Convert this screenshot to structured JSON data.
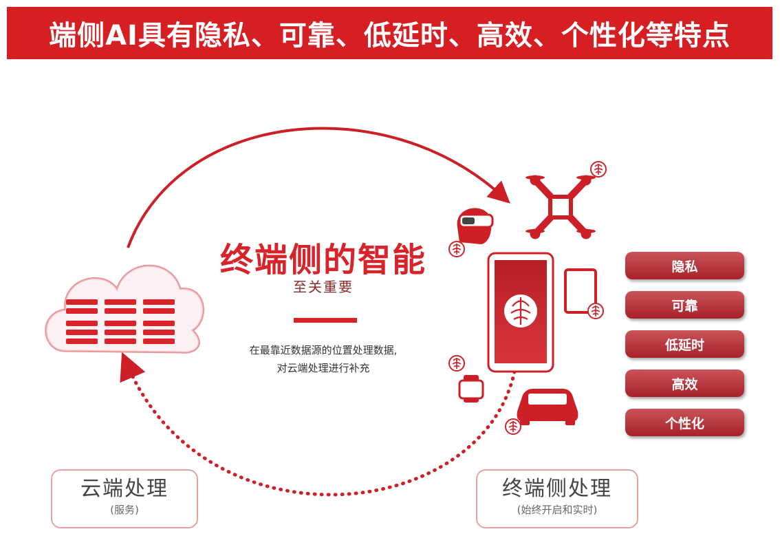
{
  "banner": {
    "title": "端侧AI具有隐私、可靠、低延时、高效、个性化等特点"
  },
  "center": {
    "title": "终端侧的智能",
    "subtitle": "至关重要",
    "desc_line1": "在最靠近数据源的位置处理数据,",
    "desc_line2": "对云端处理进行补充"
  },
  "cloud_box": {
    "main": "云端处理",
    "sub": "(服务)"
  },
  "device_box": {
    "main": "终端侧处理",
    "sub": "(始终开启和实时)"
  },
  "features": [
    "隐私",
    "可靠",
    "低延时",
    "高效",
    "个性化"
  ],
  "colors": {
    "accent": "#d8232a",
    "banner": "#d51f23",
    "feature_btn": "#b8333a"
  },
  "icons": [
    "cloud-server-icon",
    "drone-icon",
    "vr-headset-icon",
    "smartphone-icon",
    "tablet-icon",
    "smartwatch-icon",
    "car-icon",
    "brain-chip-icon"
  ]
}
